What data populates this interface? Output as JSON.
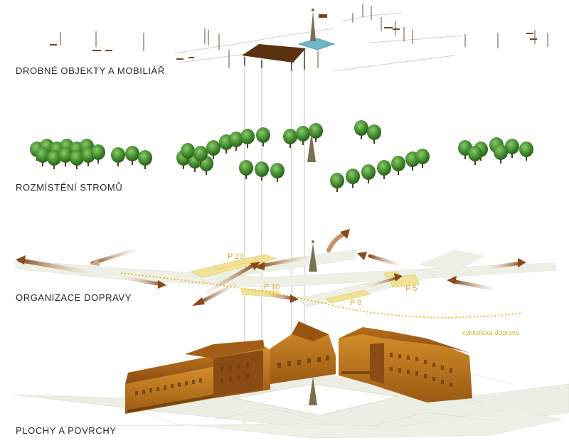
{
  "layers": {
    "objects": {
      "label": "DROBNÉ OBJEKTY A MOBILIÁŘ"
    },
    "trees": {
      "label": "ROZMÍSTĚNÍ STROMŮ"
    },
    "traffic": {
      "label": "ORGANIZACE DOPRAVY"
    },
    "surfaces": {
      "label": "PLOCHY A POVRCHY"
    }
  },
  "parking": {
    "p23": "P 23",
    "p10": "P 10",
    "p8": "P 8",
    "p5": "P 5"
  },
  "cycle_label": "cyklistická doprava",
  "colors": {
    "text": "#2a2a2a",
    "parking_yellow": "#e8c64a",
    "arrow_brown": "#9a5a2a",
    "tree_green": "#3f8a2c",
    "building_orange": "#c8801e",
    "pavement": "#e8ebe0",
    "canopy": "#5a3210",
    "plinth_water": "#6fb6c9"
  }
}
